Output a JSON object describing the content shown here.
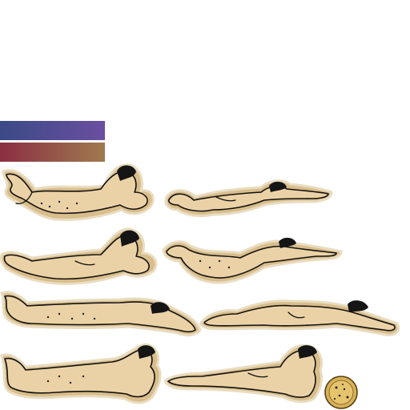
{
  "swatches": [
    {
      "name": "blue-violet-bar",
      "from": "#3b4a86",
      "to": "#6b4fa0"
    },
    {
      "name": "red-olive-bar",
      "from": "#8b2f43",
      "to": "#a07a4f"
    }
  ],
  "sprites": [
    {
      "pose": "mermaid-swim-face-right-head-up"
    },
    {
      "pose": "human-swim-kick-arms-extended"
    },
    {
      "pose": "human-swim-face-right-head-up"
    },
    {
      "pose": "mermaid-kick-arms-extended"
    },
    {
      "pose": "mermaid-swim-flat-arms-extended"
    },
    {
      "pose": "human-swim-flat-arms-extended"
    },
    {
      "pose": "mermaid-rest-head-up"
    },
    {
      "pose": "human-rest-head-up"
    }
  ],
  "item": {
    "name": "gold-coin"
  }
}
